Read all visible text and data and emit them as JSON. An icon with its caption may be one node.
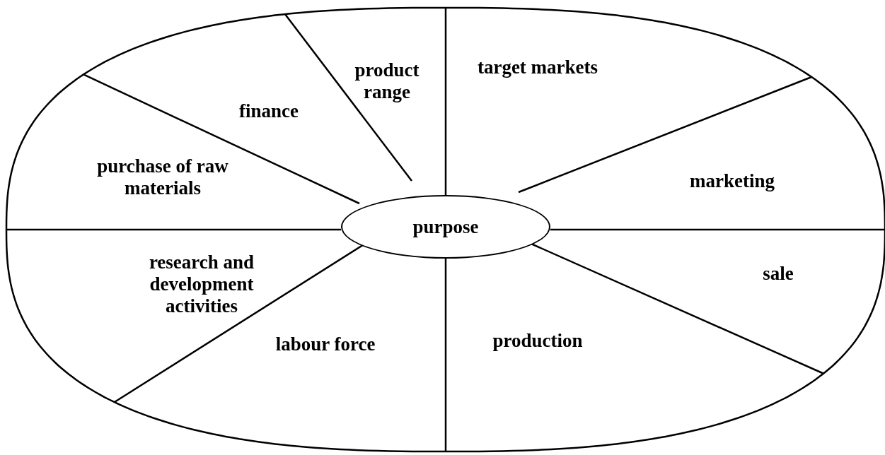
{
  "diagram": {
    "nodes": [
      {
        "text": [],
        "shape": "ellipse"
      },
      {
        "text": [
          "product range"
        ],
        "in": 0
      },
      {
        "text": [
          "target markets"
        ],
        "in": 0
      },
      {
        "text": [
          "finance"
        ],
        "in": 0
      },
      {
        "text": [
          "purchase of raw materials"
        ],
        "in": 0
      },
      {
        "text": [
          "marketing"
        ],
        "in": 0
      },
      {
        "text": [
          "purpose"
        ],
        "in": 0
      },
      {
        "text": [
          "research and development activities"
        ],
        "in": 0
      },
      {
        "text": [
          "sale"
        ],
        "in": 0
      },
      {
        "text": [
          "labour force"
        ],
        "in": 0
      },
      {
        "text": [
          "production"
        ],
        "in": 0
      }
    ],
    "edges": []
  }
}
